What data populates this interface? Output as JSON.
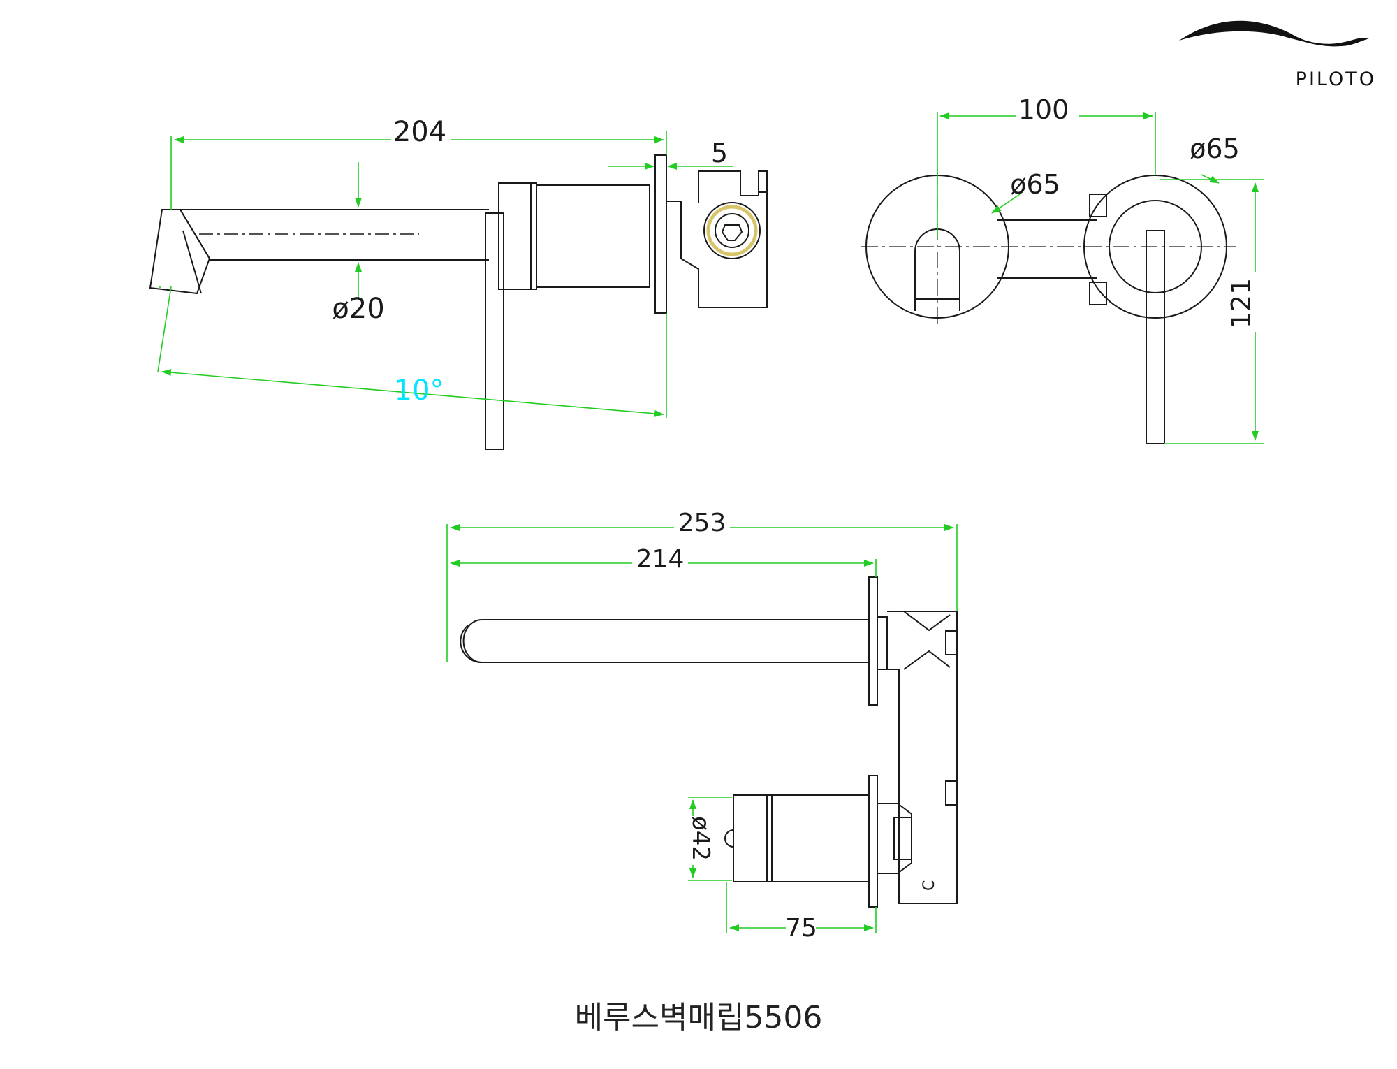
{
  "brand": {
    "name": "PILOTO"
  },
  "caption": "베루스벽매립5506",
  "dimensions": {
    "side": {
      "overall_length": "204",
      "plate_thickness": "5",
      "spout_diameter": "ø20",
      "angle": "10°"
    },
    "front": {
      "center_distance": "100",
      "left_plate_diameter": "ø65",
      "right_plate_diameter": "ø65",
      "height": "121"
    },
    "top": {
      "total_depth": "253",
      "spout_reach": "214",
      "handle_diameter": "ø42",
      "handle_depth": "75"
    }
  },
  "colors": {
    "line": "#1a1a1a",
    "dimension": "#22cc22",
    "angle_text": "#00e5ff",
    "fitting_ring": "#d8c46a"
  }
}
